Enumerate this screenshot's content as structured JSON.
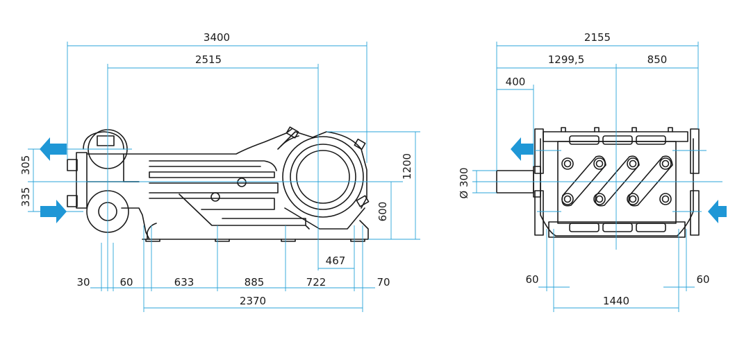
{
  "colors": {
    "dimension_line": "#29a3d8",
    "flow_arrow": "#1f97d6",
    "outline": "#1a1a1a",
    "background": "#ffffff"
  },
  "side_view": {
    "dimensions": {
      "overall_length": "3400",
      "crank_span": "2515",
      "height_overall": "1200",
      "shaft_height": "600",
      "suction_offset": "335",
      "discharge_offset": "305",
      "shaft_offset": "467",
      "base_30": "30",
      "base_60": "60",
      "base_633": "633",
      "base_885": "885",
      "base_722": "722",
      "base_70": "70",
      "base_total": "2370"
    },
    "icons": [
      "discharge-flow-arrow-icon",
      "suction-flow-arrow-icon"
    ]
  },
  "end_view": {
    "dimensions": {
      "overall_width": "2155",
      "width_left": "1299,5",
      "width_right": "850",
      "shaft_projection": "400",
      "shaft_diameter": "Ø 300",
      "foot_left": "60",
      "foot_right": "60",
      "foot_span": "1440"
    },
    "icons": [
      "discharge-flow-arrow-icon",
      "suction-flow-arrow-icon"
    ]
  }
}
